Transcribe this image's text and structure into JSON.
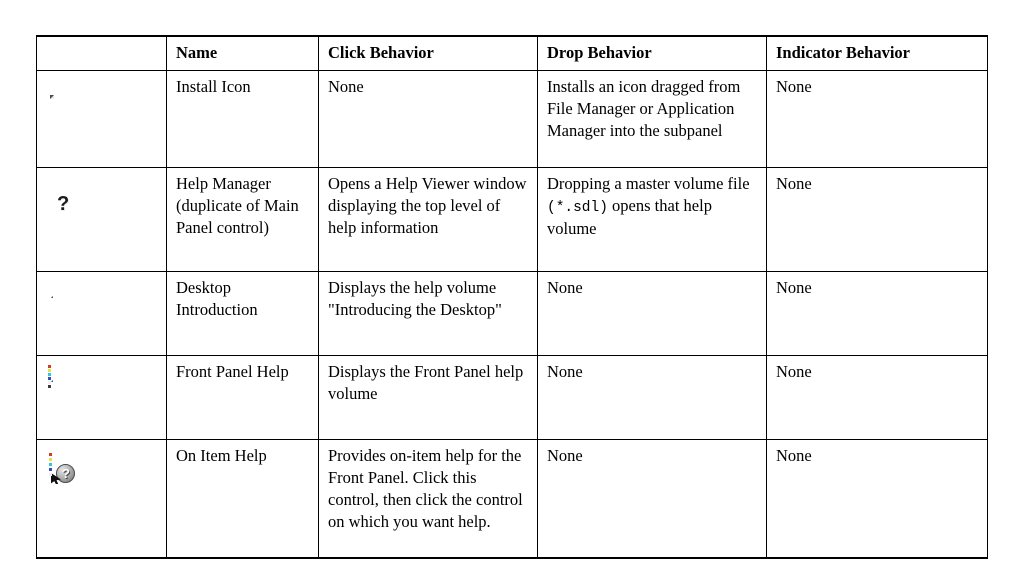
{
  "table": {
    "headers": [
      "",
      "Name",
      "Click Behavior",
      "Drop Behavior",
      "Indicator Behavior"
    ],
    "rows": [
      {
        "icon": "install-icon",
        "name": "Install Icon",
        "click_behavior": "None",
        "drop_behavior": "Installs an icon dragged from File Manager or Application Manager into the subpanel",
        "indicator_behavior": "None"
      },
      {
        "icon": "help-manager-icon",
        "name": "Help Manager (duplicate of Main Panel control)",
        "click_behavior": "Opens a Help Viewer window displaying the top level of help information",
        "drop_behavior_before": "Dropping a master volume file ",
        "drop_behavior_mono": "(*.sdl)",
        "drop_behavior_after": " opens that help volume",
        "indicator_behavior": "None"
      },
      {
        "icon": "desktop-introduction-icon",
        "name": "Desktop Introduction",
        "click_behavior": "Displays the help volume \"Introducing the Desktop\"",
        "drop_behavior": "None",
        "indicator_behavior": "None"
      },
      {
        "icon": "front-panel-help-icon",
        "name": "Front Panel Help",
        "click_behavior": "Displays the Front Panel help volume",
        "drop_behavior": "None",
        "indicator_behavior": "None"
      },
      {
        "icon": "on-item-help-icon",
        "name": "On Item Help",
        "click_behavior": "Provides on-item help for the Front Panel. Click this control, then click the control on which you want help.",
        "drop_behavior": "None",
        "indicator_behavior": "None"
      }
    ]
  },
  "icons": {
    "help_manager_glyph": "?",
    "on_item_help_glyph": "?"
  },
  "colors": {
    "page_background": "#ffffff",
    "text": "#000000",
    "border": "#000000",
    "icon_background": "#9a9a9a"
  }
}
